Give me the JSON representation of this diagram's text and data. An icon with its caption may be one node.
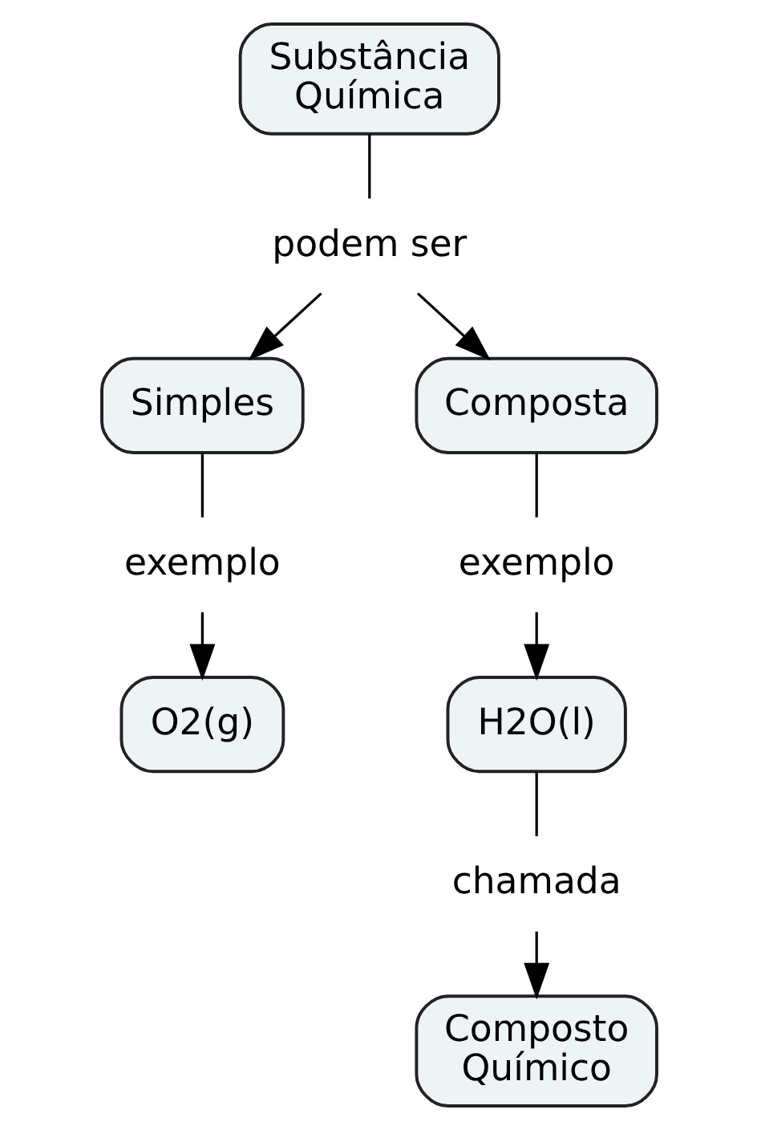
{
  "diagram": {
    "nodes": [
      {
        "text": [
          "Substância Química"
        ]
      },
      {
        "text": [
          "podem ser"
        ]
      },
      {
        "text": [
          "Simples"
        ]
      },
      {
        "text": [
          "Composta"
        ]
      },
      {
        "text": [
          "exemplo"
        ]
      },
      {
        "text": [
          "exemplo"
        ]
      },
      {
        "text": [
          "O2(g)"
        ]
      },
      {
        "text": [
          "H2O(l)"
        ]
      },
      {
        "text": [
          "chamada"
        ]
      },
      {
        "text": [
          "Composto Químico"
        ]
      }
    ],
    "edges": [
      {
        "from": 0,
        "to": 1,
        "arrow": "none"
      },
      {
        "from": 1,
        "to": 2,
        "arrow": "to"
      },
      {
        "from": 1,
        "to": 3,
        "arrow": "to"
      },
      {
        "from": 2,
        "to": 4,
        "arrow": "none"
      },
      {
        "from": 4,
        "to": 6,
        "arrow": "to"
      },
      {
        "from": 3,
        "to": 5,
        "arrow": "none"
      },
      {
        "from": 5,
        "to": 7,
        "arrow": "to"
      },
      {
        "from": 7,
        "to": 8,
        "arrow": "none"
      },
      {
        "from": 8,
        "to": 9,
        "arrow": "to"
      }
    ]
  }
}
